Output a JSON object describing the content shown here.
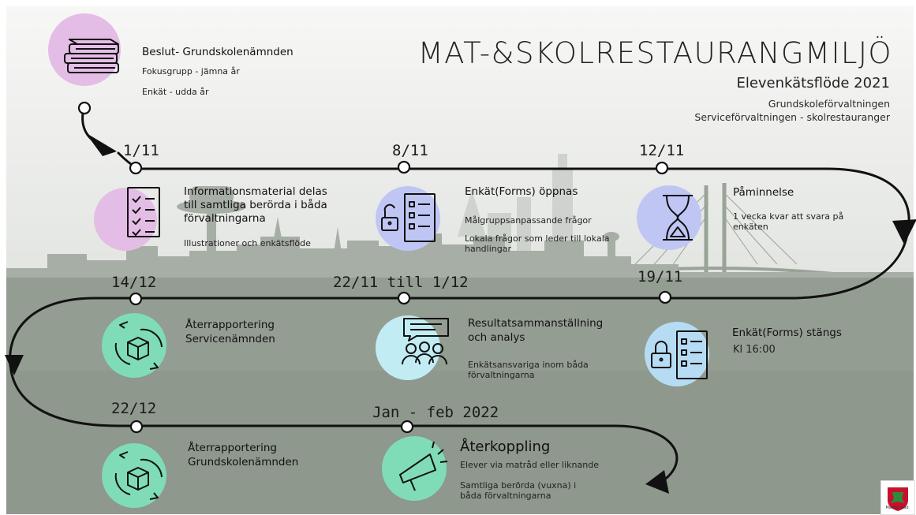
{
  "title": "MAT-&SKOLRESTAURANGMILJÖ",
  "subtitle": "Elevenkätsflöde 2021",
  "org_line1": "Grundskoleförvaltningen",
  "org_line2": "Serviceförvaltningen - skolrestauranger",
  "logo_caption": "Malmö stad",
  "accent_colors": {
    "pink": "#e4bde6",
    "blue": "#c0c6f4",
    "green": "#7fdcb6",
    "cyan": "#c2ecf4",
    "lightblue": "#b6dcf4"
  },
  "intro": {
    "heading": "Beslut- Grundskolenämnden",
    "line1": "Fokusgrupp - jämna år",
    "line2": "Enkät - udda år",
    "icon": "books-icon"
  },
  "milestones": [
    {
      "date": "1/11",
      "heading": "Informationsmaterial delas till samtliga berörda i båda förvaltningarna",
      "note1": "Illustrationer och enkätsflöde",
      "note2": "",
      "icon": "checklist-icon"
    },
    {
      "date": "8/11",
      "heading": "Enkät(Forms) öppnas",
      "note1": "Målgruppsanpassande frågor",
      "note2": "Lokala frågor som leder till lokala handlingar",
      "icon": "unlocked-form-icon"
    },
    {
      "date": "12/11",
      "heading": "Påminnelse",
      "note1": "1 vecka kvar att svara på enkäten",
      "note2": "",
      "icon": "hourglass-icon"
    },
    {
      "date": "19/11",
      "heading": "Enkät(Forms) stängs",
      "note1": "Kl 16:00",
      "note2": "",
      "icon": "locked-form-icon"
    },
    {
      "date": "22/11 till 1/12",
      "heading": "Resultatsammanställning och analys",
      "note1": "Enkätsansvariga inom båda förvaltningarna",
      "note2": "",
      "icon": "presentation-group-icon"
    },
    {
      "date": "14/12",
      "heading": "Återrapportering Servicenämnden",
      "note1": "",
      "note2": "",
      "icon": "box-cycle-icon"
    },
    {
      "date": "22/12",
      "heading": "Återrapportering Grundskolenämnden",
      "note1": "",
      "note2": "",
      "icon": "box-cycle-icon"
    },
    {
      "date": "Jan - feb 2022",
      "heading": "Återkoppling",
      "note1": "Elever via matråd eller liknande",
      "note2": "Samtliga berörda (vuxna) i båda förvaltningarna",
      "icon": "megaphone-icon"
    }
  ]
}
